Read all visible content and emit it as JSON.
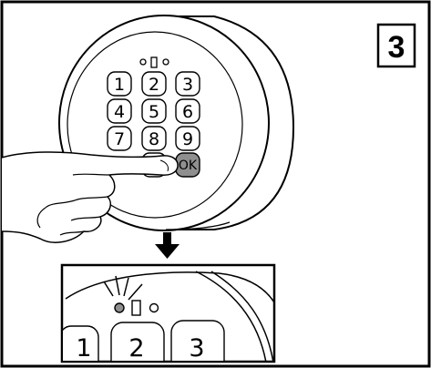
{
  "step_number": "3",
  "keypad": {
    "keys": [
      "1",
      "2",
      "3",
      "4",
      "5",
      "6",
      "7",
      "8",
      "9",
      "OK"
    ]
  },
  "detail": {
    "keys": [
      "1",
      "2",
      "3"
    ]
  }
}
